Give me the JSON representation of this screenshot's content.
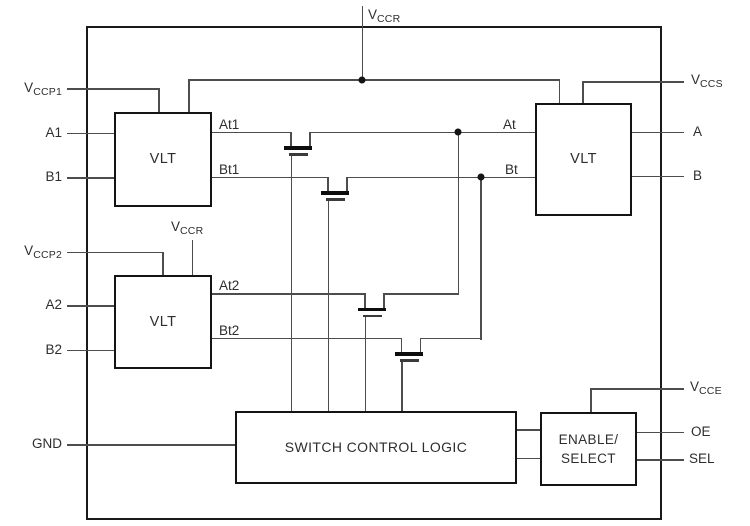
{
  "blocks": {
    "vlt1": "VLT",
    "vlt2": "VLT",
    "vlt3": "VLT",
    "switch_control_logic": "SWITCH CONTROL LOGIC",
    "enable_select": {
      "line1": "ENABLE/",
      "line2": "SELECT"
    }
  },
  "pins": {
    "vccp1": {
      "main": "V",
      "sub": "CCP1"
    },
    "a1": "A1",
    "b1": "B1",
    "vccp2": {
      "main": "V",
      "sub": "CCP2"
    },
    "a2": "A2",
    "b2": "B2",
    "gnd": "GND",
    "vccr_top": {
      "main": "V",
      "sub": "CCR"
    },
    "vccr_mid": {
      "main": "V",
      "sub": "CCR"
    },
    "vccs": {
      "main": "V",
      "sub": "CCS"
    },
    "a": "A",
    "b": "B",
    "vcce": {
      "main": "V",
      "sub": "CCE"
    },
    "oe": "OE",
    "sel": "SEL"
  },
  "signals": {
    "at1": "At1",
    "bt1": "Bt1",
    "at2": "At2",
    "bt2": "Bt2",
    "at": "At",
    "bt": "Bt"
  },
  "colors": {
    "wire": "#4d4d4d",
    "outline": "#1a1a1a",
    "text": "#2e2e2e",
    "background": "#ffffff"
  }
}
